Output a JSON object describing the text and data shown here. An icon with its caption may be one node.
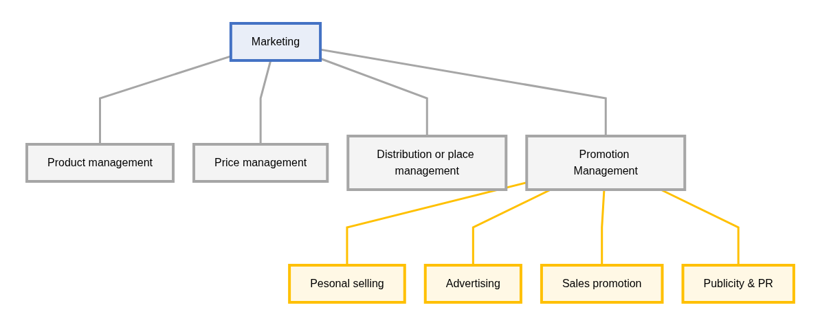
{
  "diagram": {
    "nodes": [
      {
        "text": [
          "Marketing"
        ]
      },
      {
        "text": [
          "Product management"
        ]
      },
      {
        "text": [
          "Price management"
        ]
      },
      {
        "text": [
          "Distribution or place management"
        ]
      },
      {
        "text": [
          "Promotion Management"
        ]
      },
      {
        "text": [
          "Pesonal selling"
        ]
      },
      {
        "text": [
          "Advertising"
        ]
      },
      {
        "text": [
          "Sales promotion"
        ]
      },
      {
        "text": [
          "Publicity & PR"
        ]
      }
    ],
    "edges": [
      {
        "from": 0,
        "to": 1,
        "arrow": "none",
        "color": "#a6a6a6"
      },
      {
        "from": 0,
        "to": 2,
        "arrow": "none",
        "color": "#a6a6a6"
      },
      {
        "from": 0,
        "to": 3,
        "arrow": "none",
        "color": "#a6a6a6"
      },
      {
        "from": 0,
        "to": 4,
        "arrow": "none",
        "color": "#a6a6a6"
      },
      {
        "from": 4,
        "to": 5,
        "arrow": "none",
        "color": "#ffc000"
      },
      {
        "from": 4,
        "to": 6,
        "arrow": "none",
        "color": "#ffc000"
      },
      {
        "from": 4,
        "to": 7,
        "arrow": "none",
        "color": "#ffc000"
      },
      {
        "from": 4,
        "to": 8,
        "arrow": "none",
        "color": "#ffc000"
      }
    ]
  }
}
